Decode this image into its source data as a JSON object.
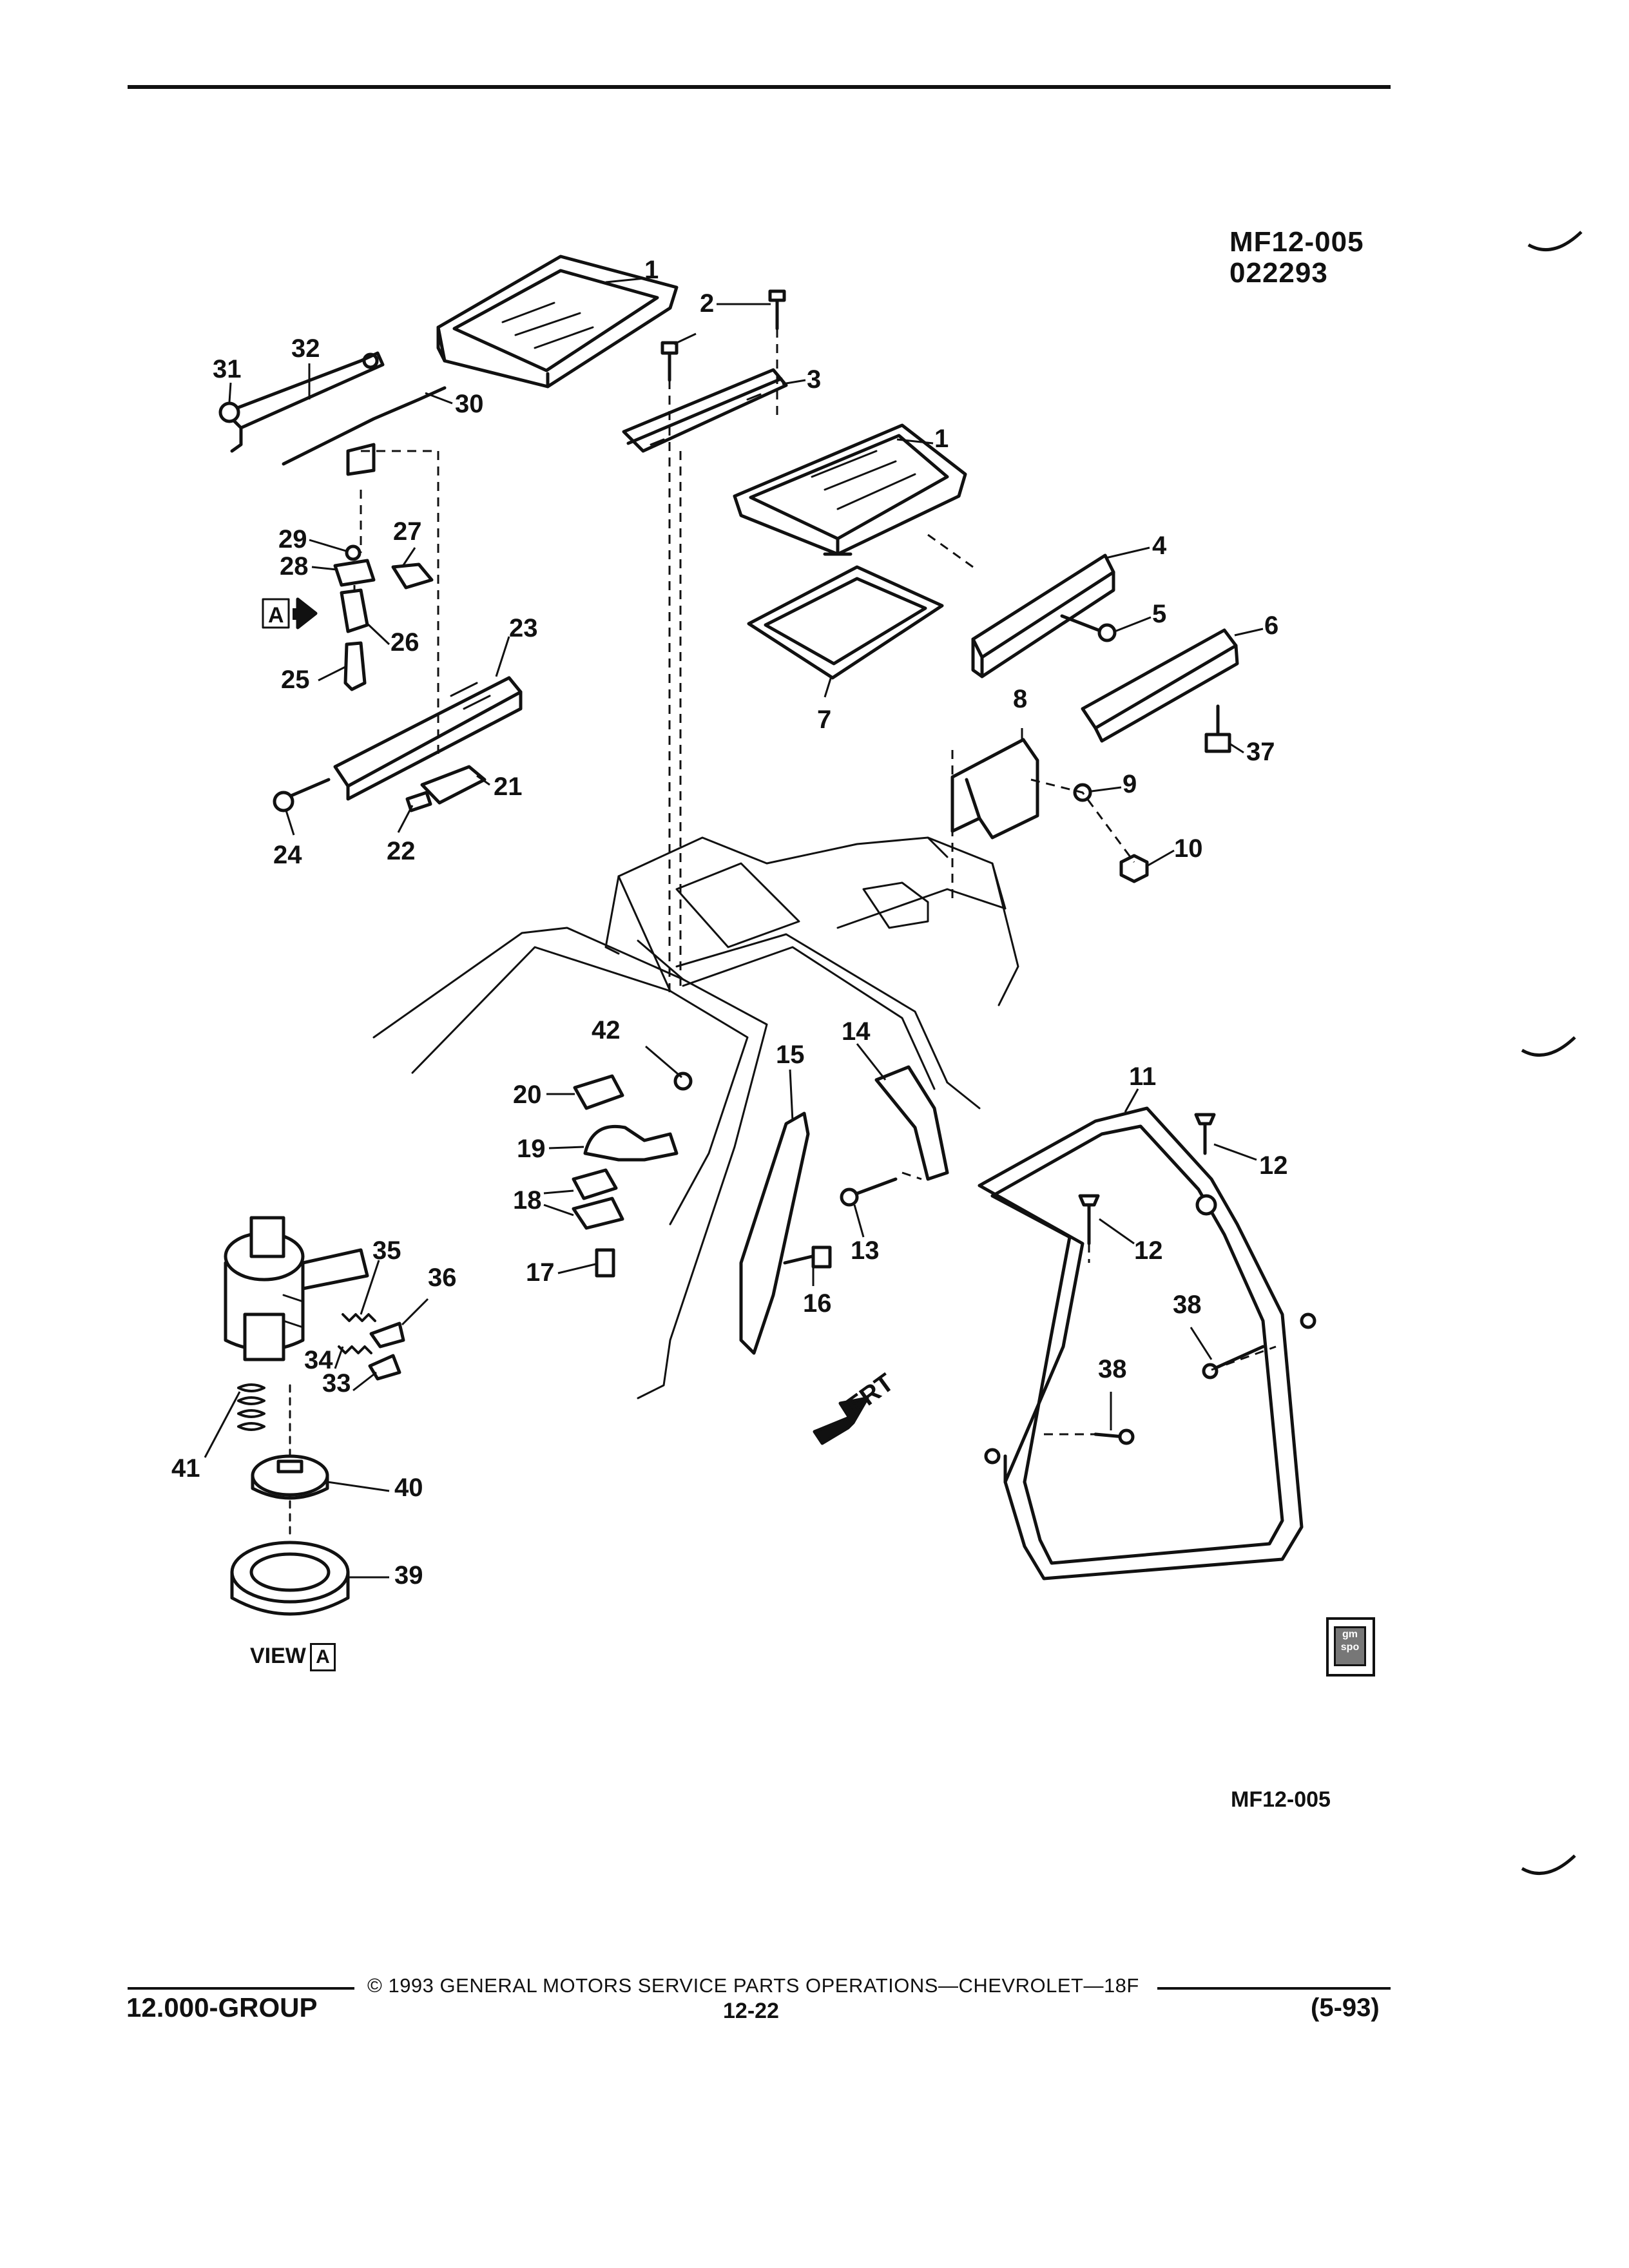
{
  "header": {
    "figure_code": "MF12-005",
    "figure_date": "022293"
  },
  "diagram": {
    "callouts": [
      "1",
      "2",
      "3",
      "1",
      "4",
      "5",
      "6",
      "7",
      "8",
      "9",
      "10",
      "11",
      "12",
      "12",
      "13",
      "14",
      "15",
      "16",
      "17",
      "18",
      "19",
      "20",
      "21",
      "22",
      "23",
      "24",
      "25",
      "26",
      "27",
      "28",
      "29",
      "30",
      "31",
      "32",
      "33",
      "34",
      "35",
      "36",
      "37",
      "38",
      "38",
      "39",
      "40",
      "41",
      "42"
    ],
    "view_marker": "A",
    "direction_label": "FRT"
  },
  "view_label": {
    "text": "VIEW",
    "box": "A"
  },
  "logo": {
    "line1": "gm",
    "line2": "spo"
  },
  "bottom_code": "MF12-005",
  "footer": {
    "copyright": "© 1993 GENERAL MOTORS SERVICE PARTS OPERATIONS—CHEVROLET—18F",
    "group": "12.000-GROUP",
    "page": "12-22",
    "date": "(5-93)"
  }
}
